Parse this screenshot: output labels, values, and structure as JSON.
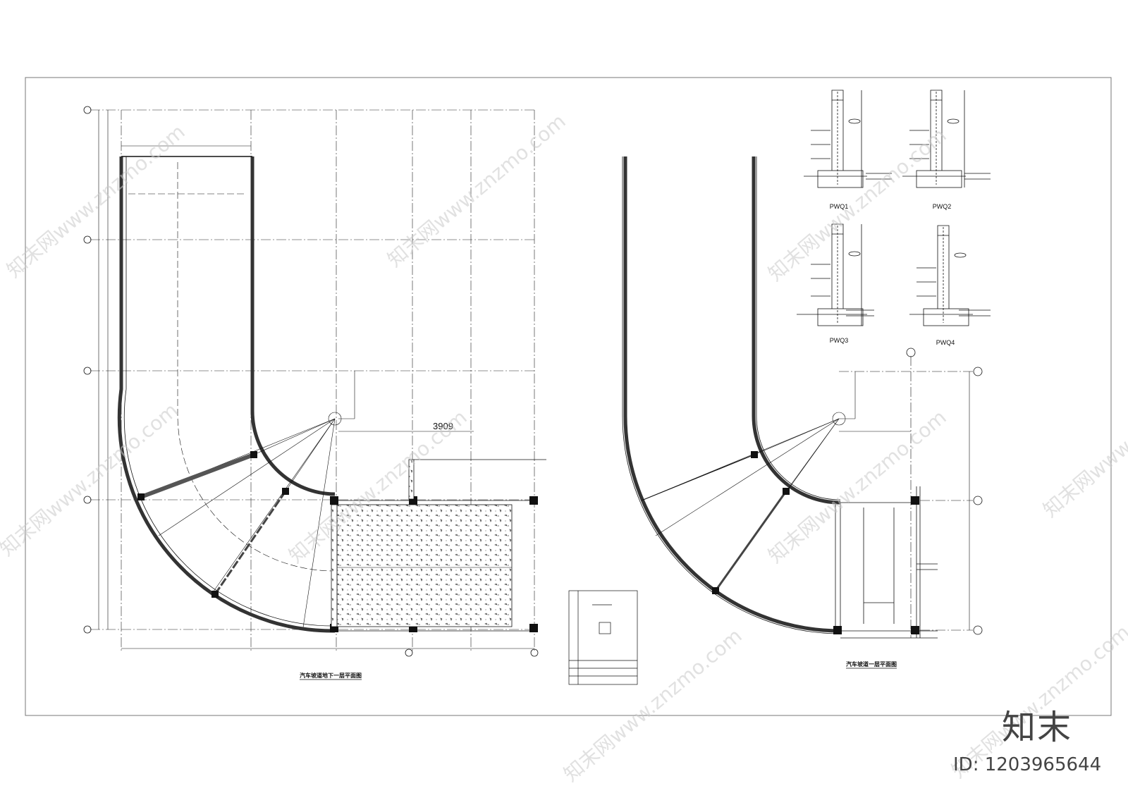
{
  "plans": {
    "basement": {
      "title": "汽车坡道地下一层平面图",
      "dim_big": "3909"
    },
    "ground": {
      "title": "汽车坡道一层平面图"
    }
  },
  "sections": [
    {
      "label": "PWQ1"
    },
    {
      "label": "PWQ2"
    },
    {
      "label": "PWQ3"
    },
    {
      "label": "PWQ4"
    }
  ],
  "watermark": {
    "text": "知末网www.znzmo.com"
  },
  "brand": {
    "logo_text": "知末",
    "id_text": "ID: 1203965644"
  },
  "colors": {
    "line": "#111111",
    "watermark": "#c9c9c9"
  }
}
